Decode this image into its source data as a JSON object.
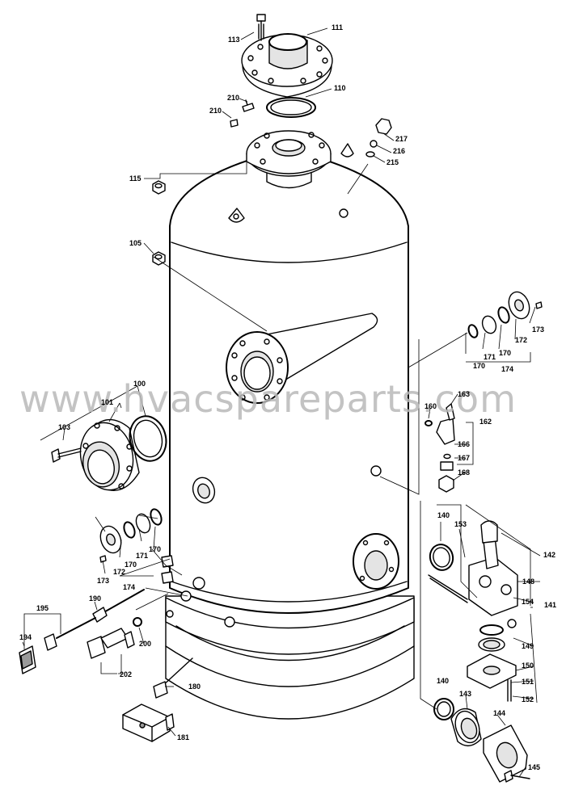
{
  "watermark": "www.hvacspareparts.com",
  "labels": {
    "p100": "100",
    "p101": "101",
    "p103": "103",
    "p105": "105",
    "p110": "110",
    "p111": "111",
    "p113": "113",
    "p115": "115",
    "p140a": "140",
    "p140b": "140",
    "p141": "141",
    "p142": "142",
    "p143": "143",
    "p144": "144",
    "p145": "145",
    "p148": "148",
    "p149": "149",
    "p150": "150",
    "p151": "151",
    "p152": "152",
    "p153": "153",
    "p154": "154",
    "p160": "160",
    "p162": "162",
    "p163": "163",
    "p166": "166",
    "p167": "167",
    "p168": "168",
    "p170a": "170",
    "p170b": "170",
    "p170c": "170",
    "p170d": "170",
    "p171a": "171",
    "p171b": "171",
    "p172a": "172",
    "p172b": "172",
    "p173a": "173",
    "p173b": "173",
    "p174a": "174",
    "p174b": "174",
    "p180": "180",
    "p181": "181",
    "p190": "190",
    "p194": "194",
    "p195": "195",
    "p200": "200",
    "p202": "202",
    "p210a": "210",
    "p210b": "210",
    "p215": "215",
    "p216": "216",
    "p217": "217"
  }
}
